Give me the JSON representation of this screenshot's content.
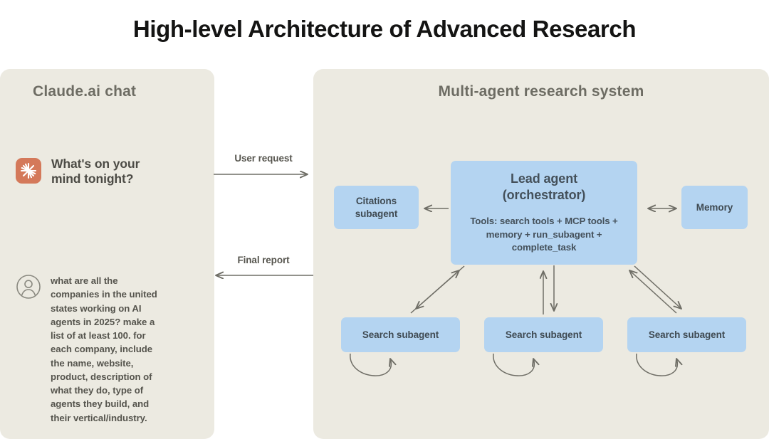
{
  "title": "High-level Architecture of Advanced Research",
  "left_panel": {
    "heading": "Claude.ai chat",
    "assistant": {
      "icon": "claude-starburst-icon",
      "greeting": "What's on your mind tonight?"
    },
    "user": {
      "icon": "user-avatar-icon",
      "message": "what are all the companies in the united states working on AI agents in 2025? make a list of at least 100. for each company, include the name, website, product, description of what they do, type of agents they build, and their vertical/industry."
    }
  },
  "connectors": {
    "user_request": "User request",
    "final_report": "Final report"
  },
  "right_panel": {
    "heading": "Multi-agent research system",
    "lead_agent": {
      "title": "Lead agent\n(orchestrator)",
      "title_line_1": "Lead agent",
      "title_line_2": "(orchestrator)",
      "tools": "Tools: search tools + MCP tools + memory + run_subagent + complete_task"
    },
    "citations_subagent": "Citations subagent",
    "memory": "Memory",
    "search_subagents": [
      "Search subagent",
      "Search subagent",
      "Search subagent"
    ]
  },
  "colors": {
    "page_background": "#ffffff",
    "panel_background": "#eceae1",
    "node_blue": "#b4d4f1",
    "node_text": "#44505a",
    "heading_gray": "#6d6c63",
    "title_black": "#141413",
    "claude_orange": "#d4795a",
    "arrow_gray": "#6f6e66"
  }
}
